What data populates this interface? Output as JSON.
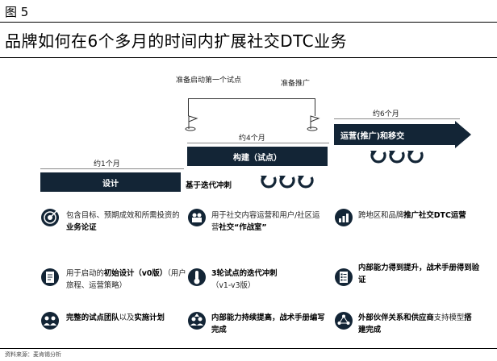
{
  "figure_label": "图 5",
  "title": "品牌如何在6个多月的时间内扩展社交DTC业务",
  "timeline": {
    "milestone_pilot": "准备启动第一个试点",
    "milestone_promo": "准备推广",
    "duration_1": "约1个月",
    "duration_4": "约4个月",
    "duration_6": "约6个月",
    "phase_design": "设计",
    "phase_build": "构建（试点）",
    "phase_operate": "运营(推广)和移交",
    "sprint_label": "基于迭代冲刺"
  },
  "columns": [
    {
      "rows": [
        {
          "icon": "target-icon",
          "segments": [
            {
              "t": "包含目标、预期成效和所需投资的"
            },
            {
              "t": "业务论证",
              "b": true
            }
          ]
        },
        {
          "icon": "document-icon",
          "segments": [
            {
              "t": "用于启动的"
            },
            {
              "t": "初始设计（v0版）",
              "b": true
            },
            {
              "t": "（用户旅程、运营策略）"
            }
          ]
        },
        {
          "icon": "team-icon",
          "segments": [
            {
              "t": "完整的试点团队",
              "b": true
            },
            {
              "t": "以及"
            },
            {
              "t": "实施计划",
              "b": true
            }
          ]
        }
      ]
    },
    {
      "rows": [
        {
          "icon": "people-icon",
          "segments": [
            {
              "t": "用于社交内容运营和用户/社区运营"
            },
            {
              "t": "社交“作战室”",
              "b": true
            }
          ]
        },
        {
          "icon": "thermometer-icon",
          "segments": [
            {
              "t": "3轮试点的迭代冲刺",
              "b": true
            },
            {
              "t": "（v1-v3版）"
            }
          ]
        },
        {
          "icon": "team-growth-icon",
          "segments": [
            {
              "t": "内部能力持续提高，战术手册编写完成",
              "b": true
            }
          ]
        }
      ]
    },
    {
      "rows": [
        {
          "icon": "growth-chart-icon",
          "segments": [
            {
              "t": "跨地区和品牌"
            },
            {
              "t": "推广社交DTC运营",
              "b": true
            }
          ]
        },
        {
          "icon": "checklist-icon",
          "segments": [
            {
              "t": "内部能力得到提升，战术手册得到验证",
              "b": true
            }
          ]
        },
        {
          "icon": "partners-icon",
          "segments": [
            {
              "t": "外部伙伴关系和供应商",
              "b": true
            },
            {
              "t": "支持模型"
            },
            {
              "t": "搭建完成",
              "b": true
            }
          ]
        }
      ]
    }
  ],
  "source": "资料来源：麦肯锡分析",
  "colors": {
    "navy": "#132536",
    "text": "#1a1a1a"
  }
}
